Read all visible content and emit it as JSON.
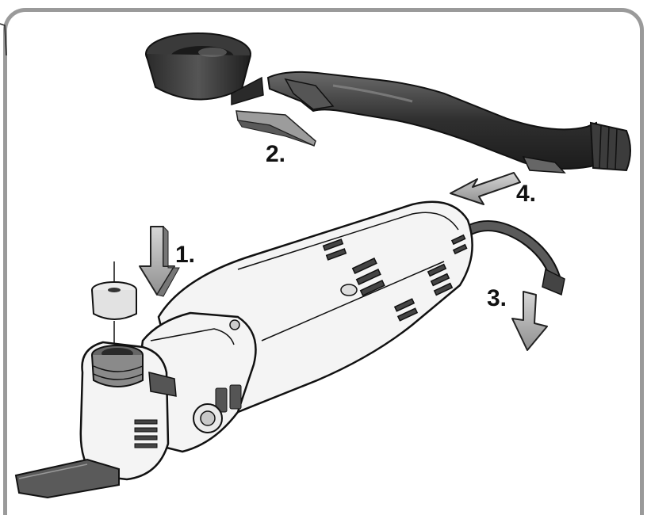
{
  "steps": {
    "step1": "1.",
    "step2": "2.",
    "step3": "3.",
    "step4": "4."
  },
  "colors": {
    "frame": "#9a9a9a",
    "tool_body": "#f4f4f4",
    "outline": "#111111",
    "hose": "#3a3a3a",
    "arrow_fill": "#bdbdbd"
  },
  "icons": {
    "tool": "oscillating-multi-tool",
    "hose": "dust-extraction-hose",
    "adapter": "dust-extraction-adapter",
    "arrow": "direction-arrow"
  }
}
